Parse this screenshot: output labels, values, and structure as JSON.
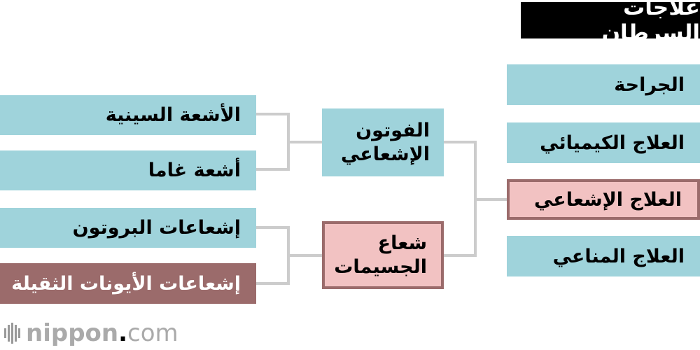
{
  "title": "علاجات السرطان",
  "treatments": [
    {
      "label": "الجراحة"
    },
    {
      "label": "العلاج الكيميائي"
    },
    {
      "label": "العلاج الإشعاعي"
    },
    {
      "label": "العلاج المناعي"
    }
  ],
  "radiation_types": [
    {
      "label": "الفوتون\nالإشعاعي"
    },
    {
      "label": "شعاع\nالجسيمات"
    }
  ],
  "photon_sources": [
    {
      "label": "الأشعة السينية"
    },
    {
      "label": "أشعة غاما"
    }
  ],
  "particle_sources": [
    {
      "label": "إشعاعات البروتون"
    },
    {
      "label": "إشعاعات الأيونات الثقيلة"
    }
  ],
  "logo": {
    "name": "nippon",
    "dot": ".",
    "tld": "com"
  },
  "colors": {
    "teal": "#9fd3db",
    "pink": "#f2c2c2",
    "maroon": "#9b6b6b",
    "connector": "#cccccc",
    "title_bg": "#000000"
  }
}
